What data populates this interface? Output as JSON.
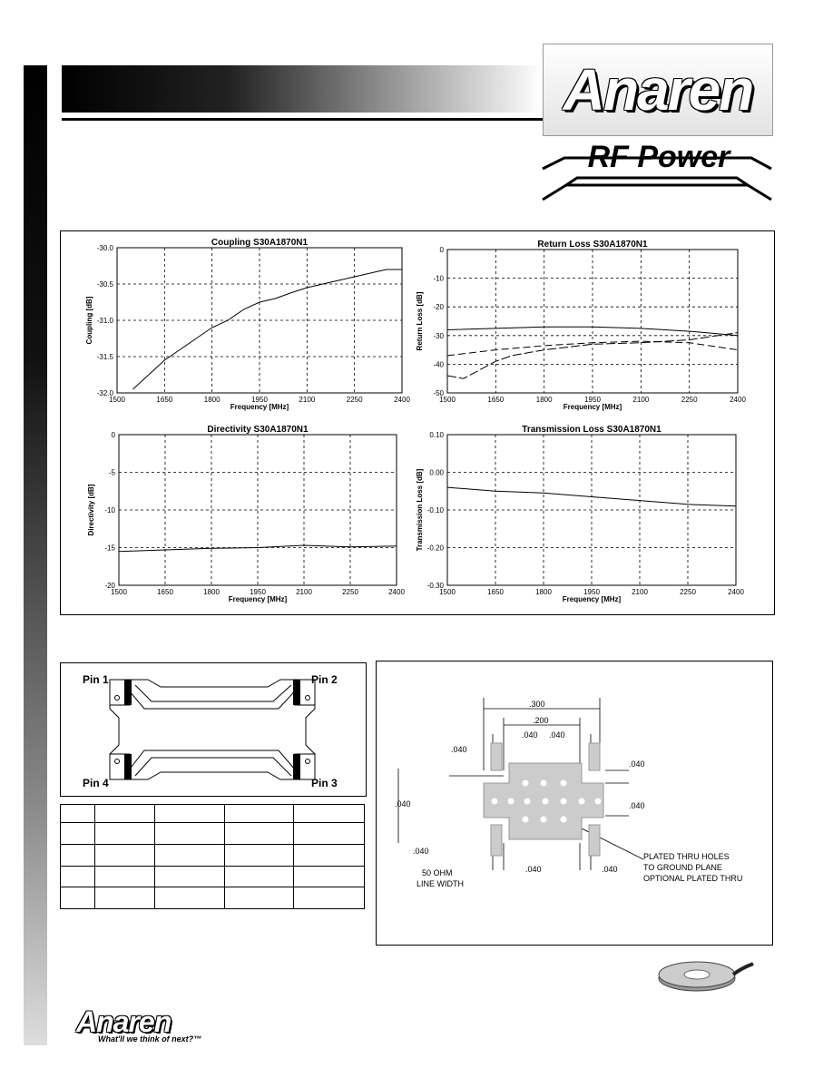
{
  "header": {
    "brand": "Anaren",
    "product_line": "RF Power"
  },
  "chart_data": [
    {
      "type": "line",
      "title": "Coupling S30A1870N1",
      "xlabel": "Frequency [MHz]",
      "ylabel": "Coupling [dB]",
      "xlim": [
        1500,
        2400
      ],
      "ylim": [
        -32.0,
        -30.0
      ],
      "xticks": [
        "1500",
        "1650",
        "1800",
        "1950",
        "2100",
        "2250",
        "2400"
      ],
      "yticks": [
        "-30.0",
        "-30.5",
        "-31.0",
        "-31.5",
        "-32.0"
      ],
      "grid": true,
      "series": [
        {
          "x": [
            1550,
            1600,
            1650,
            1700,
            1750,
            1800,
            1850,
            1900,
            1950,
            2000,
            2050,
            2100,
            2150,
            2200,
            2250,
            2300,
            2350,
            2400
          ],
          "y": [
            -31.95,
            -31.75,
            -31.55,
            -31.4,
            -31.25,
            -31.1,
            -31.0,
            -30.85,
            -30.75,
            -30.7,
            -30.62,
            -30.55,
            -30.5,
            -30.45,
            -30.4,
            -30.35,
            -30.3,
            -30.3
          ]
        }
      ]
    },
    {
      "type": "line",
      "title": "Return Loss S30A1870N1",
      "xlabel": "Frequency [MHz]",
      "ylabel": "Return Loss [dB]",
      "xlim": [
        1500,
        2400
      ],
      "ylim": [
        -50,
        0
      ],
      "xticks": [
        "1500",
        "1650",
        "1800",
        "1950",
        "2100",
        "2250",
        "2400"
      ],
      "yticks": [
        "0",
        "-10",
        "-20",
        "-30",
        "-40",
        "-50"
      ],
      "grid": true,
      "series": [
        {
          "x": [
            1500,
            1650,
            1800,
            1950,
            2100,
            2250,
            2400
          ],
          "y": [
            -28,
            -27.5,
            -27,
            -27,
            -27.5,
            -28.5,
            -30
          ]
        },
        {
          "x": [
            1500,
            1650,
            1800,
            1950,
            2100,
            2250,
            2400
          ],
          "y": [
            -37,
            -35,
            -33.5,
            -32.5,
            -32,
            -32.5,
            -35
          ]
        },
        {
          "x": [
            1500,
            1550,
            1600,
            1650,
            1700,
            1800,
            1950,
            2100,
            2250,
            2400
          ],
          "y": [
            -44,
            -45,
            -42,
            -39,
            -37,
            -35,
            -33,
            -32.5,
            -31.5,
            -29
          ]
        }
      ]
    },
    {
      "type": "line",
      "title": "Directivity S30A1870N1",
      "xlabel": "Frequency [MHz]",
      "ylabel": "Directivity [dB]",
      "xlim": [
        1500,
        2400
      ],
      "ylim": [
        -20,
        0
      ],
      "xticks": [
        "1500",
        "1650",
        "1800",
        "1950",
        "2100",
        "2250",
        "2400"
      ],
      "yticks": [
        "0",
        "-5",
        "-10",
        "-15",
        "-20"
      ],
      "grid": true,
      "series": [
        {
          "x": [
            1500,
            1650,
            1800,
            1950,
            2100,
            2250,
            2400
          ],
          "y": [
            -15.5,
            -15.3,
            -15.1,
            -15.0,
            -14.7,
            -14.9,
            -14.8
          ]
        }
      ]
    },
    {
      "type": "line",
      "title": "Transmission Loss S30A1870N1",
      "xlabel": "Frequency [MHz]",
      "ylabel": "Transmission Loss [dB]",
      "xlim": [
        1500,
        2400
      ],
      "ylim": [
        -0.3,
        0.1
      ],
      "xticks": [
        "1500",
        "1650",
        "1800",
        "1950",
        "2100",
        "2250",
        "2400"
      ],
      "yticks": [
        "0.10",
        "0.00",
        "-0.10",
        "-0.20",
        "-0.30"
      ],
      "grid": true,
      "series": [
        {
          "x": [
            1500,
            1650,
            1800,
            1950,
            2100,
            2250,
            2400
          ],
          "y": [
            -0.04,
            -0.05,
            -0.055,
            -0.065,
            -0.075,
            -0.085,
            -0.09
          ]
        }
      ]
    }
  ],
  "schematic": {
    "pins": [
      "Pin 1",
      "Pin 2",
      "Pin 3",
      "Pin 4"
    ]
  },
  "footprint": {
    "dims": [
      ".300",
      ".200",
      ".040",
      ".040",
      ".040",
      ".040",
      ".040",
      ".040",
      ".040",
      ".040",
      ".040"
    ],
    "notes": [
      "PLATED THRU HOLES",
      "TO GROUND PLANE",
      "OPTIONAL PLATED THRU"
    ],
    "line_width_label": [
      "50 OHM",
      "LINE WIDTH"
    ]
  },
  "footer": {
    "brand": "Anaren",
    "tagline": "What'll we think of next?™"
  }
}
